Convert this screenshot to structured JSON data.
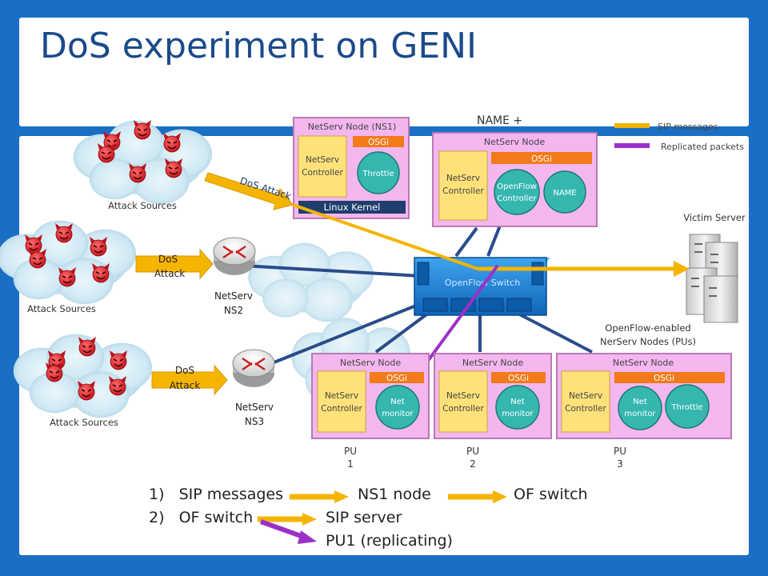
{
  "slide": {
    "title": "DoS experiment on GENI",
    "name_plus": "NAME +"
  },
  "legend": {
    "sip_messages": "SIP messages",
    "replicated_packets": "Replicated packets",
    "sip_color": "#f5b400",
    "replicated_color": "#9b30c8"
  },
  "attack_groups": [
    {
      "label": "Attack Sources"
    },
    {
      "label": "Attack Sources",
      "attack_label": [
        "DoS",
        "Attack"
      ],
      "router_label": [
        "NetServ",
        "NS2"
      ]
    },
    {
      "label": "Attack Sources",
      "attack_label": [
        "DoS",
        "Attack"
      ],
      "router_label": [
        "NetServ",
        "NS3"
      ]
    }
  ],
  "dos_attack_label": "DoS Attack",
  "ns1_node": {
    "title": "NetServ Node (NS1)",
    "controller": [
      "NetServ",
      "Controller"
    ],
    "osgi": "OSGi",
    "throttle": "Throttle",
    "kernel": "Linux Kernel"
  },
  "name_node": {
    "title": "NetServ Node",
    "controller": [
      "NetServ",
      "Controller"
    ],
    "osgi": "OSGi",
    "openflow_controller": [
      "OpenFlow",
      "Controller"
    ],
    "name": "NAME"
  },
  "switch": {
    "label": "OpenFlow Switch"
  },
  "victim": {
    "label": "Victim Server"
  },
  "pu_caption": [
    "OpenFlow-enabled",
    "NerServ Nodes (PUs)"
  ],
  "pu_nodes": [
    {
      "title": "NetServ Node",
      "controller": [
        "NetServ",
        "Controller"
      ],
      "osgi": "OSGi",
      "monitor": [
        "Net",
        "monitor"
      ],
      "pu": [
        "PU",
        "1"
      ]
    },
    {
      "title": "NetServ Node",
      "controller": [
        "NetServ",
        "Controller"
      ],
      "osgi": "OSGi",
      "monitor": [
        "Net",
        "monitor"
      ],
      "pu": [
        "PU",
        "2"
      ]
    },
    {
      "title": "NetServ Node",
      "controller": [
        "NetServ",
        "Controller"
      ],
      "osgi": "OSGi",
      "monitor": [
        "Net",
        "monitor"
      ],
      "throttle": "Throttle",
      "pu": [
        "PU",
        "3"
      ]
    }
  ],
  "steps": {
    "s1_num": "1)",
    "s1_a": "SIP messages",
    "s1_b": "NS1 node",
    "s1_c": "OF switch",
    "s2_num": "2)",
    "s2_a": "OF switch",
    "s2_b": "SIP server",
    "s2_c": "PU1 (replicating)"
  }
}
